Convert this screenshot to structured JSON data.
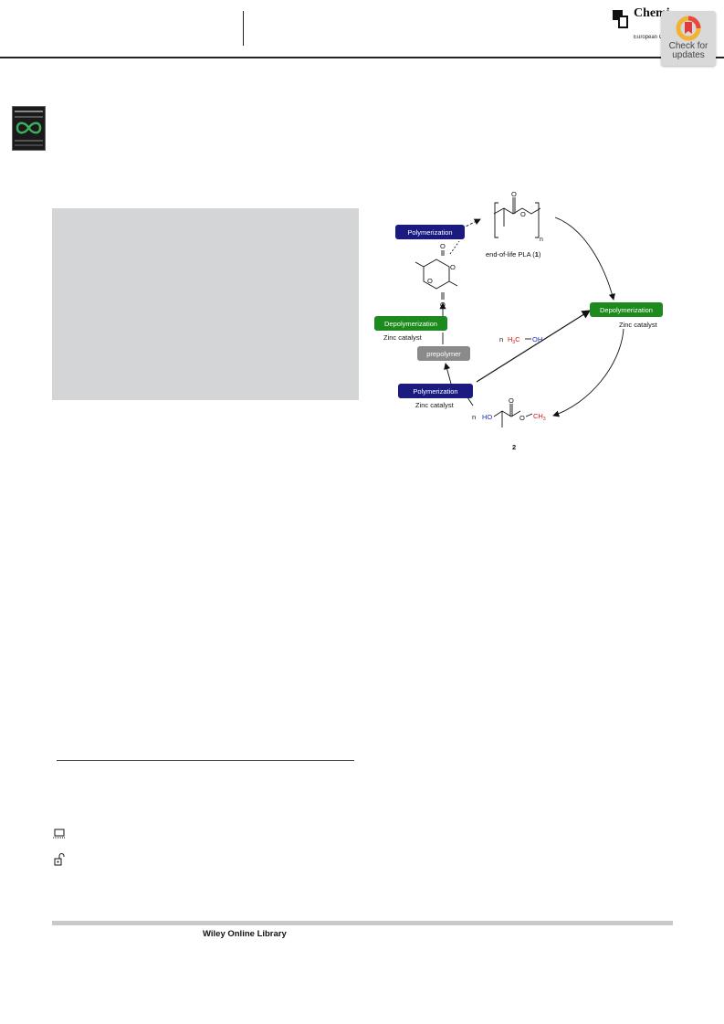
{
  "header": {
    "journal_logo_title": "Chemistry Europe",
    "journal_logo_subtitle": "European Chemical Societies Publishing",
    "check_updates_label": "Check for updates"
  },
  "scheme": {
    "polymerization_top": "Polymerization",
    "end_of_life_label": "end-of-life  PLA (",
    "end_of_life_num": "1",
    "end_of_life_close": ")",
    "repeat_subscript": "n",
    "depolymerization_right": "Depolymerization",
    "zinc_catalyst_right": "Zinc catalyst",
    "depolymerization_left": "Depolymerization",
    "zinc_catalyst_left": "Zinc catalyst",
    "prepolymer": "prepolymer",
    "polymerization_bottom": "Polymerization",
    "zinc_catalyst_bottom": "Zinc catalyst",
    "methanol_n": "n",
    "methanol_h3c": "H",
    "methanol_h3c_sub": "3",
    "methanol_c": "C",
    "methanol_oh": "OH",
    "lactate_n": "n",
    "lactate_ho": "HO",
    "lactate_o_eq": "O",
    "lactate_o": "O",
    "lactate_ch3": "CH",
    "lactate_ch3_sub": "3",
    "lactate_num": "2",
    "lactide_o_top": "O",
    "lactide_o_left": "O",
    "lactide_o_right": "O",
    "lactide_o_bottom": "O",
    "pla_o_eq": "O",
    "pla_o": "O",
    "colors": {
      "polymerization": "#1a1a80",
      "depolymerization": "#1d8a1d",
      "prepolymer": "#8a8a8a",
      "red_atom": "#e01010",
      "blue_atom": "#1a30c0"
    }
  },
  "footer": {
    "library": "Wiley Online Library"
  }
}
